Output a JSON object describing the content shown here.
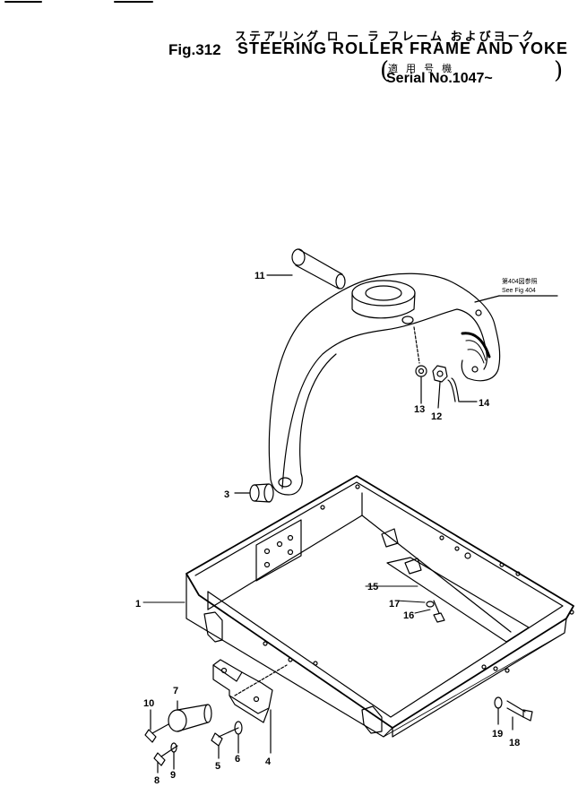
{
  "header": {
    "title_jp": "ステアリング ロ ー ラ フレーム およびヨーク",
    "figure_number": "Fig.312",
    "title_en": "STEERING ROLLER FRAME AND YOKE",
    "serial_jp": "適 用 号 機",
    "serial": "Serial No.1047~"
  },
  "callouts": {
    "ref_jp": "第404図参照",
    "ref_en": "See Fig 404"
  },
  "parts": [
    {
      "label": "1"
    },
    {
      "label": "3"
    },
    {
      "label": "4"
    },
    {
      "label": "5"
    },
    {
      "label": "6"
    },
    {
      "label": "7"
    },
    {
      "label": "8"
    },
    {
      "label": "9"
    },
    {
      "label": "10"
    },
    {
      "label": "11"
    },
    {
      "label": "12"
    },
    {
      "label": "13"
    },
    {
      "label": "14"
    },
    {
      "label": "15"
    },
    {
      "label": "16"
    },
    {
      "label": "17"
    },
    {
      "label": "18"
    },
    {
      "label": "19"
    }
  ],
  "colors": {
    "ink": "#000000",
    "paper": "#ffffff"
  }
}
